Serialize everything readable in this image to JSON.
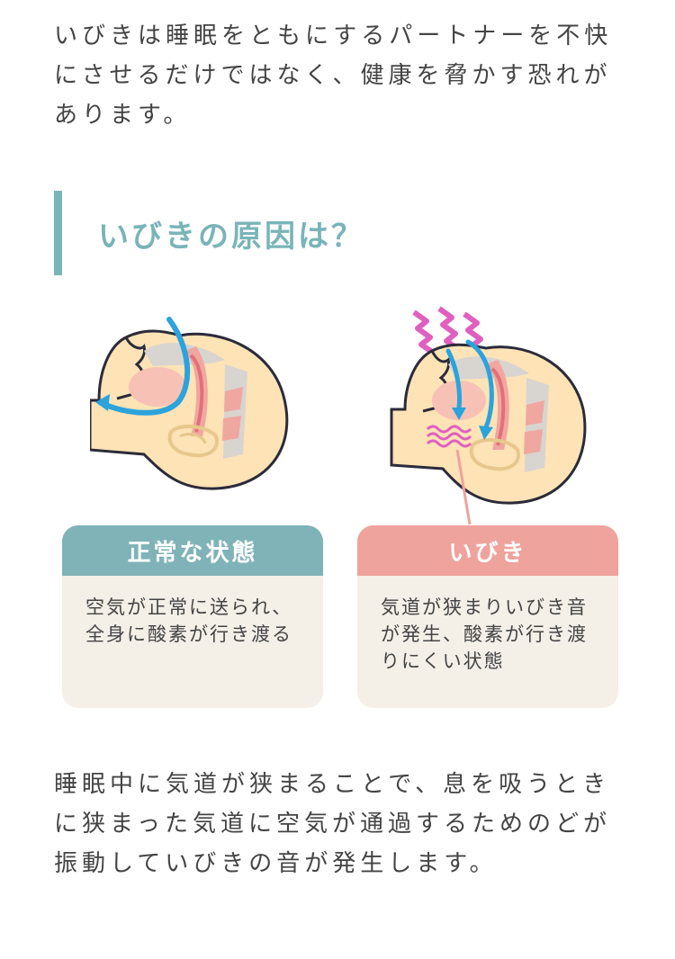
{
  "intro_text": "いびきは睡眠をともにするパートナーを不快\nにさせるだけではなく、健康を脅かす恐れが\nあります。",
  "heading": "いびきの原因は？",
  "cards": [
    {
      "title": "正常な状態",
      "body": "空気が正常に送られ、\n全身に酸素が行き渡る",
      "color": "#7fb3b7"
    },
    {
      "title": "いびき",
      "body": "気道が狭まりいびき音\nが発生、酸素が行き渡\nりにくい状態",
      "color": "#eea39d"
    }
  ],
  "outro_text": "睡眠中に気道が狭まることで、息を吸うとき\nに狭まった気道に空気が通過するためのどが\n振動していびきの音が発生します。",
  "colors": {
    "accent": "#79b4b8",
    "pink": "#eea39d",
    "skin": "#fde3b6",
    "airflow": "#2ba3dd",
    "snore": "#e060c0"
  }
}
